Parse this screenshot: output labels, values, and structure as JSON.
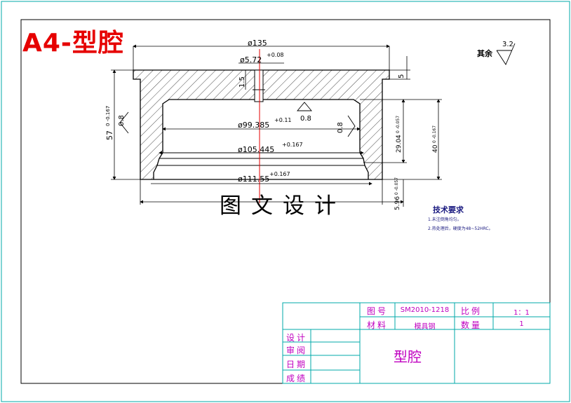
{
  "sheet": {
    "title": "A4-型腔",
    "watermark": "图文设计"
  },
  "surface_finish": {
    "rest_label": "其余",
    "rest_value": "3.2",
    "callout": "0.8"
  },
  "dimensions": {
    "d135": "ø135",
    "d5_72": "ø5.72",
    "d5_72_tol": "+0.08",
    "h1_5": "1.5",
    "h5": "5",
    "h57": "57",
    "h57_tol": "0 -0.167",
    "d99_385": "ø99.385",
    "d99_385_tol": "+0.11",
    "d105_445": "ø105.445",
    "d105_445_tol": "+0.167",
    "d111_55": "ø111.55",
    "d111_55_tol": "+0.167",
    "h29_04": "29.04",
    "h29_04_tol": "0 -0.057",
    "h40": "40",
    "h40_tol": "0 -0.167",
    "h5_96": "5.96",
    "h5_96_tol": "0 -0.057"
  },
  "tech_requirements": {
    "title": "技术要求",
    "items": [
      "1.未注倒角均匀。",
      "2.热处理后，硬度为48~52HRC。"
    ]
  },
  "title_block": {
    "drawing_no_label": "图号",
    "drawing_no": "SM2010-1218",
    "scale_label": "比例",
    "scale": "1：1",
    "material_label": "材料",
    "material": "模具钢",
    "quantity_label": "数量",
    "quantity": "1",
    "design_label": "设计",
    "review_label": "审阅",
    "date_label": "日期",
    "grade_label": "成绩",
    "part_name": "型腔"
  },
  "colors": {
    "frame": "#00aaaa",
    "geometry": "#000000",
    "centerline": "#e60000",
    "title_block_text": "#c000c0",
    "title": "#e60000"
  }
}
